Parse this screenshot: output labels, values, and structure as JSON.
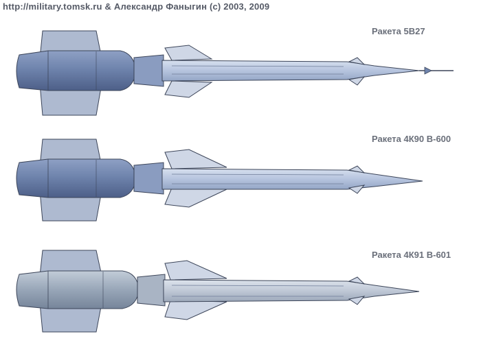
{
  "credit_text": "http://military.tomsk.ru  &  Александр Фаныгин (c) 2003, 2009",
  "missiles": [
    {
      "label": "Ракета 5В27"
    },
    {
      "label": "Ракета 4К90 В-600"
    },
    {
      "label": "Ракета 4К91 В-601"
    }
  ],
  "colors": {
    "booster_body": "#6f84ad",
    "booster_dark": "#4d5f88",
    "booster_fins": "#aebad0",
    "sustainer_body": "#b6c4de",
    "sustainer_light": "#d7e0ef",
    "outline": "#3b4458",
    "fin_light": "#cfd7e6",
    "booster_body_gray": "#98a6b8",
    "sustainer_body_gray": "#bfc8d6"
  }
}
